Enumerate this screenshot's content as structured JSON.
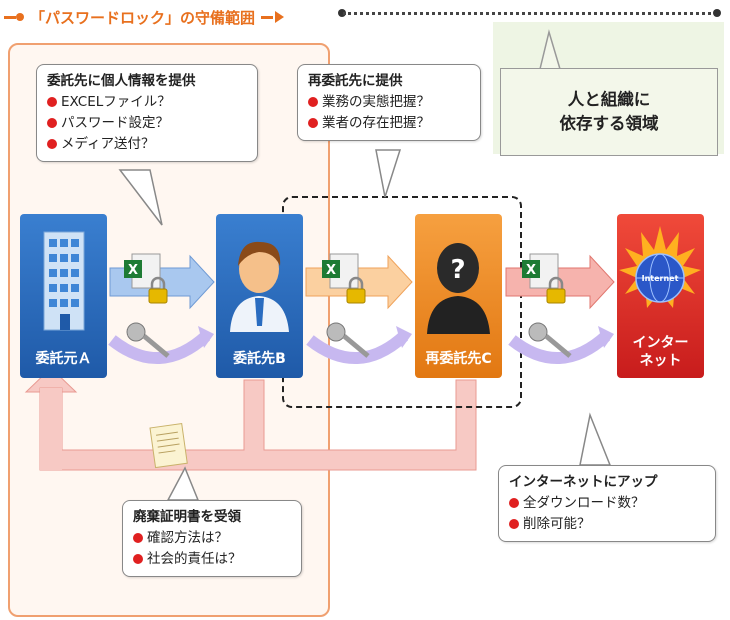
{
  "header": {
    "title": "「パスワードロック」の守備範囲"
  },
  "zone_label": {
    "line1": "人と組織に",
    "line2": "依存する領域"
  },
  "actors": {
    "a": {
      "label": "委託元Ａ"
    },
    "b": {
      "label": "委託先B"
    },
    "c": {
      "label": "再委託先C"
    },
    "internet": {
      "line1": "インター",
      "line2": "ネット",
      "logo": "Internet"
    }
  },
  "callouts": {
    "b_provide": {
      "title": "委託先に個人情報を提供",
      "items": [
        "EXCELファイル？",
        "パスワード設定？",
        "メディア送付？"
      ]
    },
    "c_provide": {
      "title": "再委託先に提供",
      "items": [
        "業務の実態把握？",
        "業者の存在把握？"
      ]
    },
    "certificate": {
      "title": "廃棄証明書を受領",
      "items": [
        "確認方法は？",
        "社会的責任は？"
      ]
    },
    "upload": {
      "title": "インターネットにアップ",
      "items": [
        "全ダウンロード数？",
        "削除可能？"
      ]
    }
  },
  "colors": {
    "accent": "#e8701e",
    "blue": "#2a6cc0",
    "orange": "#f08a24",
    "red": "#e0302a",
    "return_arrow": "#f7c9c4"
  }
}
